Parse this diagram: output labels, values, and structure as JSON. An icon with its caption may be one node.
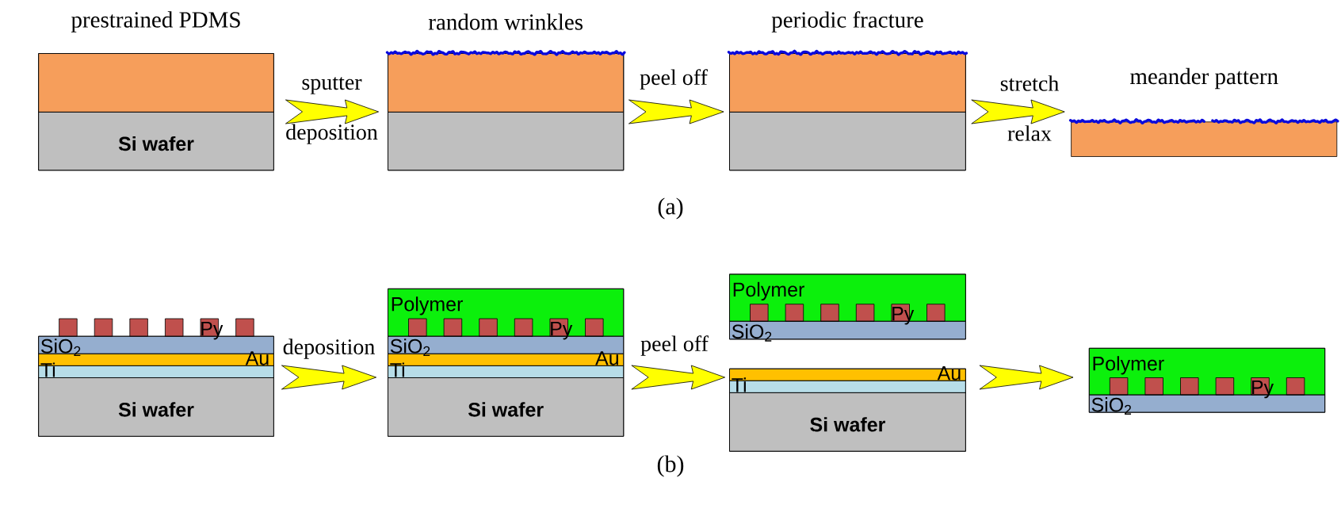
{
  "diagram": {
    "nodes": [
      {
        "text": [
          "prestrained PDMS"
        ]
      },
      {
        "text": [],
        "shape": "box",
        "in": 0
      },
      {
        "text": [
          "Si wafer"
        ],
        "in": 0
      },
      {
        "text": [
          "random wrinkles"
        ]
      },
      {
        "text": [],
        "shape": "box",
        "in": 3
      },
      {
        "text": [],
        "shape": "box",
        "in": 3
      },
      {
        "text": [
          "periodic fracture"
        ]
      },
      {
        "text": [],
        "shape": "box",
        "in": 6
      },
      {
        "text": [],
        "shape": "box",
        "in": 6
      },
      {
        "text": [
          "meander pattern"
        ]
      },
      {
        "text": [],
        "shape": "box"
      },
      {
        "text": [],
        "shape": "box"
      },
      {
        "text": [],
        "shape": "box"
      },
      {
        "text": [],
        "shape": "box"
      },
      {
        "text": [],
        "shape": "box"
      },
      {
        "text": [
          "Py"
        ]
      },
      {
        "text": [],
        "shape": "box"
      },
      {
        "text": [
          "SiO$_{2}$"
        ],
        "in": 10
      },
      {
        "text": [
          "Au"
        ],
        "in": 10
      },
      {
        "text": [
          "Ti"
        ],
        "in": 10
      },
      {
        "text": [
          "Si wafer"
        ],
        "in": 10
      },
      {
        "text": [],
        "shape": "box"
      },
      {
        "text": [
          "Polymer"
        ],
        "in": 21
      },
      {
        "text": [],
        "shape": "box",
        "in": 22
      },
      {
        "text": [],
        "shape": "box",
        "in": 22
      },
      {
        "text": [],
        "shape": "box",
        "in": 22
      },
      {
        "text": [],
        "shape": "box",
        "in": 22
      },
      {
        "text": [
          "Py"
        ],
        "in": 22
      },
      {
        "text": [],
        "shape": "box",
        "in": 22
      },
      {
        "text": [
          "SiO$_{2}$"
        ],
        "in": 21
      },
      {
        "text": [
          "Au"
        ],
        "in": 21
      },
      {
        "text": [
          "Ti"
        ],
        "in": 21
      },
      {
        "text": [
          "Si wafer"
        ],
        "in": 21
      },
      {
        "text": [],
        "shape": "box"
      },
      {
        "text": [
          "Polymer"
        ],
        "in": 33
      },
      {
        "text": [],
        "shape": "box",
        "in": 34
      },
      {
        "text": [],
        "shape": "box",
        "in": 34
      },
      {
        "text": [],
        "shape": "box",
        "in": 34
      },
      {
        "text": [],
        "shape": "box",
        "in": 34
      },
      {
        "text": [
          "Py"
        ],
        "in": 34
      },
      {
        "text": [],
        "shape": "box",
        "in": 34
      },
      {
        "text": [
          "SiO$_{2}$"
        ],
        "in": 33
      },
      {
        "text": [],
        "shape": "box"
      },
      {
        "text": [
          "Au"
        ],
        "in": 42
      },
      {
        "text": [
          "Ti"
        ],
        "in": 42
      },
      {
        "text": [
          "Si wafer"
        ],
        "in": 42
      },
      {
        "text": [],
        "shape": "box"
      },
      {
        "text": [
          "Polymer"
        ],
        "in": 46
      },
      {
        "text": [],
        "shape": "box",
        "in": 47
      },
      {
        "text": [],
        "shape": "box",
        "in": 47
      },
      {
        "text": [],
        "shape": "box",
        "in": 47
      },
      {
        "text": [],
        "shape": "box",
        "in": 47
      },
      {
        "text": [
          "Py"
        ],
        "in": 47
      },
      {
        "text": [],
        "shape": "box",
        "in": 47
      },
      {
        "text": [
          "SiO$_{2}$"
        ],
        "in": 46
      }
    ],
    "edges": [
      {
        "from": 0,
        "to": 3,
        "arrow": "to",
        "label": "sputter deposition"
      },
      {
        "from": 3,
        "to": 6,
        "arrow": "to",
        "label": "peel off"
      },
      {
        "from": 6,
        "to": 9,
        "arrow": "to",
        "label": "stretch relax"
      },
      {
        "from": 10,
        "to": 21,
        "arrow": "to",
        "label": "deposition"
      },
      {
        "from": 21,
        "to": 42,
        "arrow": "to",
        "label": "peel off"
      },
      {
        "from": 42,
        "to": 46,
        "arrow": "to"
      }
    ],
    "labels": [
      "(a)",
      "(b)"
    ]
  }
}
